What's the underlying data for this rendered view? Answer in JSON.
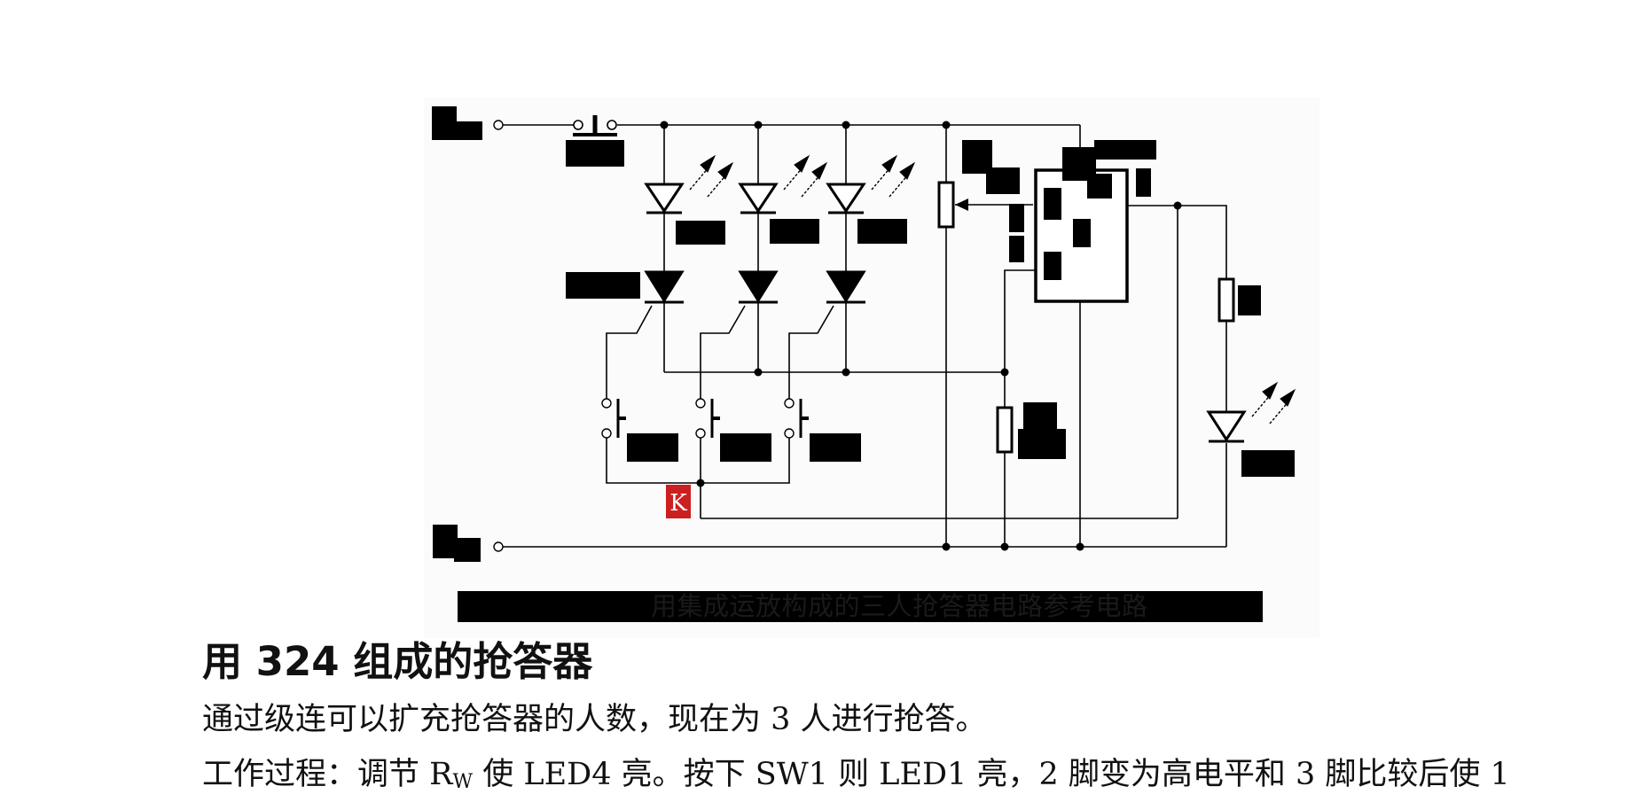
{
  "figure": {
    "caption": "用集成运放构成的三人抢答器电路参考电路",
    "switch_label": "K",
    "colors": {
      "wire": "#000000",
      "label_block": "#000000",
      "k_box": "#cc1f1f",
      "k_text": "#ffffff"
    }
  },
  "document": {
    "section_title": "用 324 组成的抢答器",
    "paragraph_1": "通过级连可以扩充抢答器的人数，现在为 3 人进行抢答。",
    "paragraph_2": {
      "lead": "工作过程：调节 R",
      "subscript": "W",
      "rest": " 使 LED4 亮。按下 SW1 则 LED1 亮，2 脚变为高电平和 3 脚比较后使 1"
    }
  }
}
